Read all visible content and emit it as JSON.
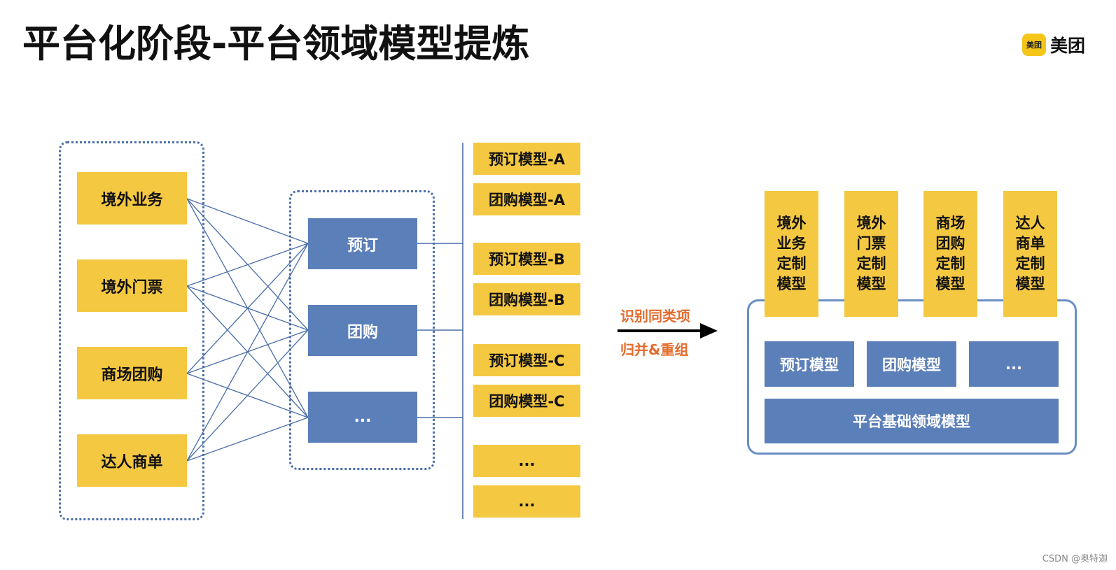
{
  "title": "平台化阶段-平台领域模型提炼",
  "logo": {
    "badge": "美团",
    "text": "美团"
  },
  "sources": [
    "境外业务",
    "境外门票",
    "商场团购",
    "达人商单"
  ],
  "middle": [
    "预订",
    "团购",
    "..."
  ],
  "models": [
    "预订模型-A",
    "团购模型-A",
    "预订模型-B",
    "团购模型-B",
    "预订模型-C",
    "团购模型-C",
    "...",
    "..."
  ],
  "arrow_labels": {
    "top": "识别同类项",
    "bottom": "归并&重组"
  },
  "custom_models": [
    "境外\n业务\n定制\n模型",
    "境外\n门票\n定制\n模型",
    "商场\n团购\n定制\n模型",
    "达人\n商单\n定制\n模型"
  ],
  "platform_models": [
    "预订模型",
    "团购模型",
    "..."
  ],
  "platform_base": "平台基础领域模型",
  "watermark": "CSDN @奥特迦",
  "colors": {
    "yellow": "#f5c842",
    "blue": "#5b7fb9",
    "connector": "#4a6ea8",
    "arrow_text": "#e36c2e"
  }
}
